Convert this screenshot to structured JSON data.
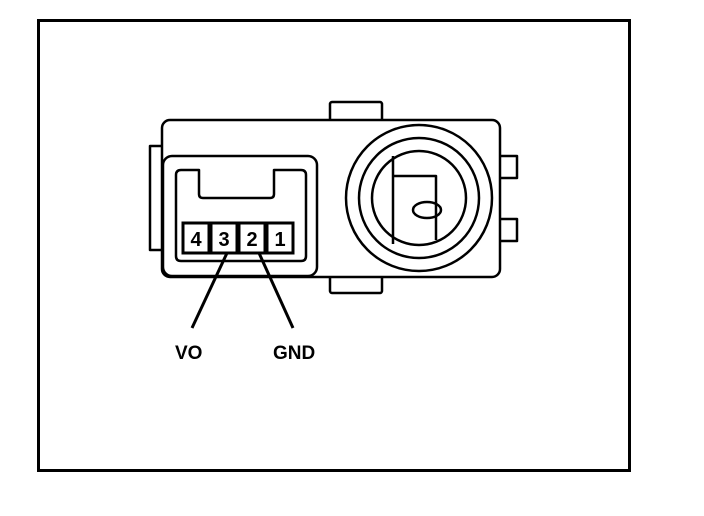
{
  "connector": {
    "pins": [
      {
        "number": "4"
      },
      {
        "number": "3"
      },
      {
        "number": "2"
      },
      {
        "number": "1"
      }
    ],
    "labels": [
      {
        "text": "VO",
        "pin": "3"
      },
      {
        "text": "GND",
        "pin": "2"
      }
    ]
  },
  "colors": {
    "line": "#000000",
    "background": "#ffffff"
  }
}
